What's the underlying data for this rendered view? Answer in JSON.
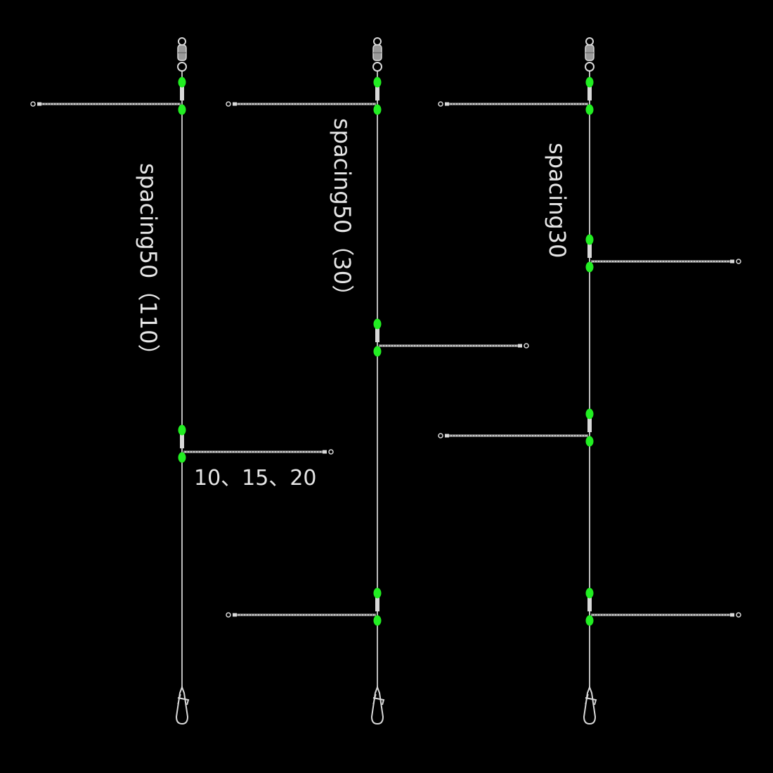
{
  "colors": {
    "background": "#000000",
    "line": "#bdbdbd",
    "bead": "#22ee22",
    "metal": "#d9d9d9"
  },
  "rigs": [
    {
      "name": "rig-left",
      "spacing_label": "spacing50（110）",
      "arms": [
        "left",
        "right"
      ]
    },
    {
      "name": "rig-middle",
      "spacing_label": "spacing50（30）",
      "arms": [
        "left",
        "right",
        "left"
      ]
    },
    {
      "name": "rig-right",
      "spacing_label": "spacing30",
      "arms": [
        "left",
        "right",
        "left",
        "right"
      ]
    }
  ],
  "arm_length_label": "10、15、20",
  "icons": [
    "swivel-icon",
    "snap-icon",
    "bead-icon"
  ]
}
